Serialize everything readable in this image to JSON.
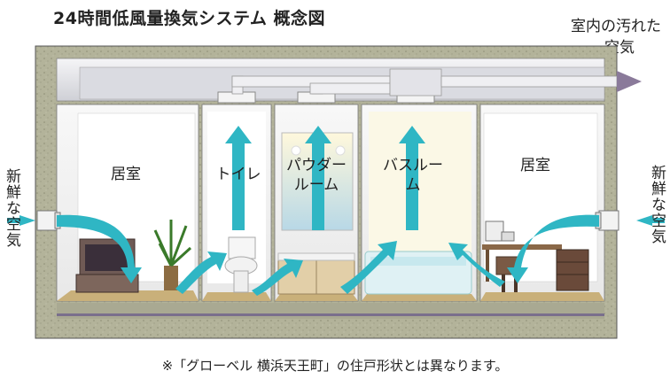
{
  "title": "24時間低風量換気システム 概念図",
  "exhaust_label": [
    "室内の汚れた",
    "空気"
  ],
  "intake_left": "新鮮な空気",
  "intake_right": "新鮮な空気",
  "rooms": [
    {
      "id": "living-left",
      "label": "居室"
    },
    {
      "id": "toilet",
      "label": "トイレ"
    },
    {
      "id": "powder",
      "label": "パウダールーム"
    },
    {
      "id": "bath",
      "label": "バスルーム"
    },
    {
      "id": "living-right",
      "label": "居室"
    }
  ],
  "note": "※「グローベル 横浜天王町」の住戸形状とは異なります。",
  "colors": {
    "wall": "#b8b89e",
    "room_bg": "#f3f3f3",
    "airflow": "#2fb6c4",
    "exhaust_arrow": "#8a7a9a",
    "duct": "#e6e6ea"
  }
}
